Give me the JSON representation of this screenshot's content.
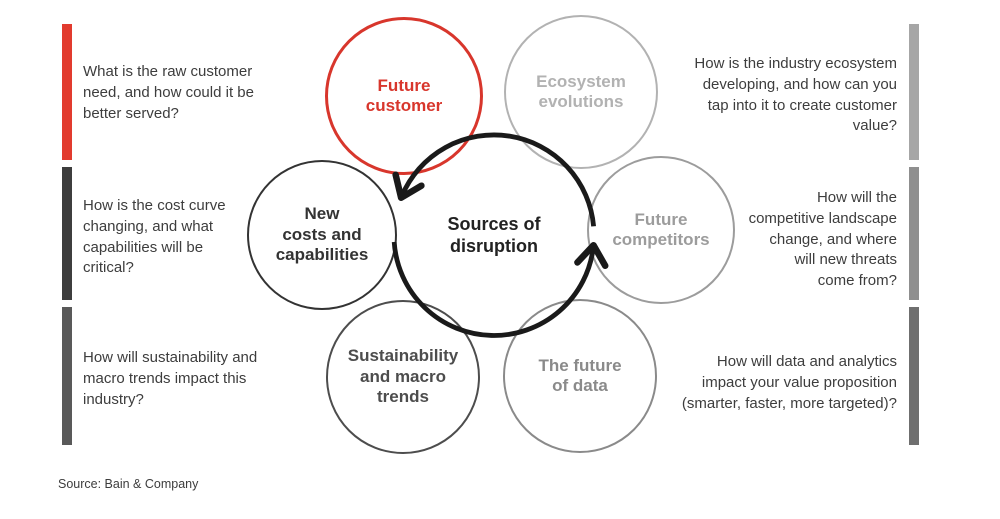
{
  "center_circle": {
    "label": "Sources of\ndisruption",
    "color": "#1a1a1a",
    "text_color": "#222222"
  },
  "satellite_circles": [
    {
      "name": "future-customer",
      "label": "Future\ncustomer",
      "color": "#d8362c"
    },
    {
      "name": "ecosystem-evolutions",
      "label": "Ecosystem\nevolutions",
      "color": "#b2b2b2"
    },
    {
      "name": "new-costs-and-capabilities",
      "label": "New\ncosts and\ncapabilities",
      "color": "#333333"
    },
    {
      "name": "future-competitors",
      "label": "Future\ncompetitors",
      "color": "#9c9c9c"
    },
    {
      "name": "sustainability-macro-trends",
      "label": "Sustainability\nand macro\ntrends",
      "color": "#4d4d4d"
    },
    {
      "name": "future-of-data",
      "label": "The future\nof data",
      "color": "#8a8a8a"
    }
  ],
  "questions_left": [
    {
      "text": "What is the raw customer\nneed, and how could it be\nbetter served?",
      "bar_color": "#e23b2e"
    },
    {
      "text": "How is the cost curve\nchanging, and what\ncapabilities will be\ncritical?",
      "bar_color": "#3d3d3d"
    },
    {
      "text": "How will sustainability and\nmacro trends impact this\nindustry?",
      "bar_color": "#595959"
    }
  ],
  "questions_right": [
    {
      "text": "How is the industry ecosystem\ndeveloping, and how can you\ntap into it to create customer\nvalue?",
      "bar_color": "#a6a6a6"
    },
    {
      "text": "How will the\ncompetitive landscape\nchange, and where\nwill new threats\ncome from?",
      "bar_color": "#8f8f8f"
    },
    {
      "text": "How will data and analytics\nimpact your value proposition\n(smarter, faster, more targeted)?",
      "bar_color": "#6f6f6f"
    }
  ],
  "source_note": "Source: Bain & Company"
}
